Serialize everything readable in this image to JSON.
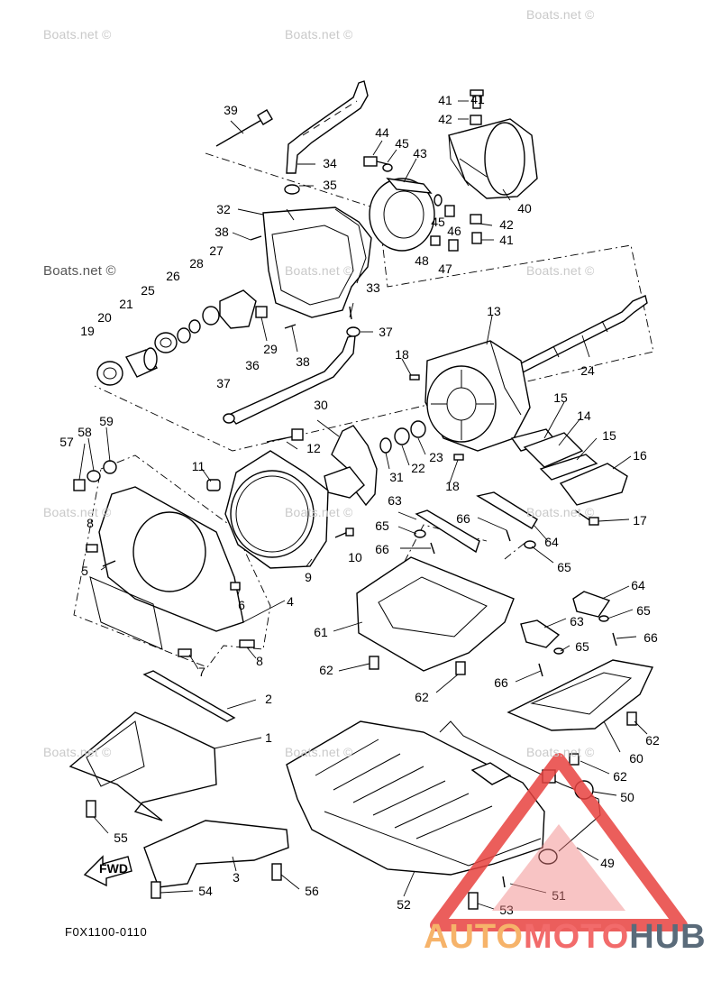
{
  "watermarks": {
    "site": "Boats.net ©",
    "site_bold": "Boats.net ©"
  },
  "figure_code": "F0X1100-0110",
  "fwd_label": "FWD",
  "logo": {
    "part1": "AUTO",
    "part2": "MOTO",
    "part3": "HUB",
    "colors": {
      "auto": "#f6b36a",
      "moto": "#f26b6b",
      "hub": "#5a6b7a",
      "triangle": "#e8423f"
    }
  },
  "callouts": {
    "c1": "1",
    "c2": "2",
    "c3": "3",
    "c4": "4",
    "c5": "5",
    "c6": "6",
    "c7": "7",
    "c8a": "8",
    "c8b": "8",
    "c9": "9",
    "c10": "10",
    "c11": "11",
    "c12": "12",
    "c13": "13",
    "c14": "14",
    "c15a": "15",
    "c15b": "15",
    "c16": "16",
    "c17": "17",
    "c18a": "18",
    "c18b": "18",
    "c19": "19",
    "c20": "20",
    "c21": "21",
    "c22": "22",
    "c23": "23",
    "c24": "24",
    "c25": "25",
    "c26": "26",
    "c27": "27",
    "c28": "28",
    "c29": "29",
    "c30": "30",
    "c31": "31",
    "c32": "32",
    "c33": "33",
    "c34": "34",
    "c35": "35",
    "c36": "36",
    "c37a": "37",
    "c37b": "37",
    "c38a": "38",
    "c38b": "38",
    "c39": "39",
    "c40": "40",
    "c41a": "41",
    "c41b": "41",
    "c42a": "42",
    "c42b": "42",
    "c43": "43",
    "c44": "44",
    "c45a": "45",
    "c45b": "45",
    "c46": "46",
    "c47": "47",
    "c48": "48",
    "c49": "49",
    "c50": "50",
    "c51": "51",
    "c52": "52",
    "c53": "53",
    "c54": "54",
    "c55": "55",
    "c56": "56",
    "c57": "57",
    "c58": "58",
    "c59": "59",
    "c60": "60",
    "c61": "61",
    "c62a": "62",
    "c62b": "62",
    "c62c": "62",
    "c62d": "62",
    "c63a": "63",
    "c63b": "63",
    "c64a": "64",
    "c64b": "64",
    "c65a": "65",
    "c65b": "65",
    "c65c": "65",
    "c65d": "65",
    "c66a": "66",
    "c66b": "66",
    "c66c": "66",
    "c66d": "66"
  }
}
